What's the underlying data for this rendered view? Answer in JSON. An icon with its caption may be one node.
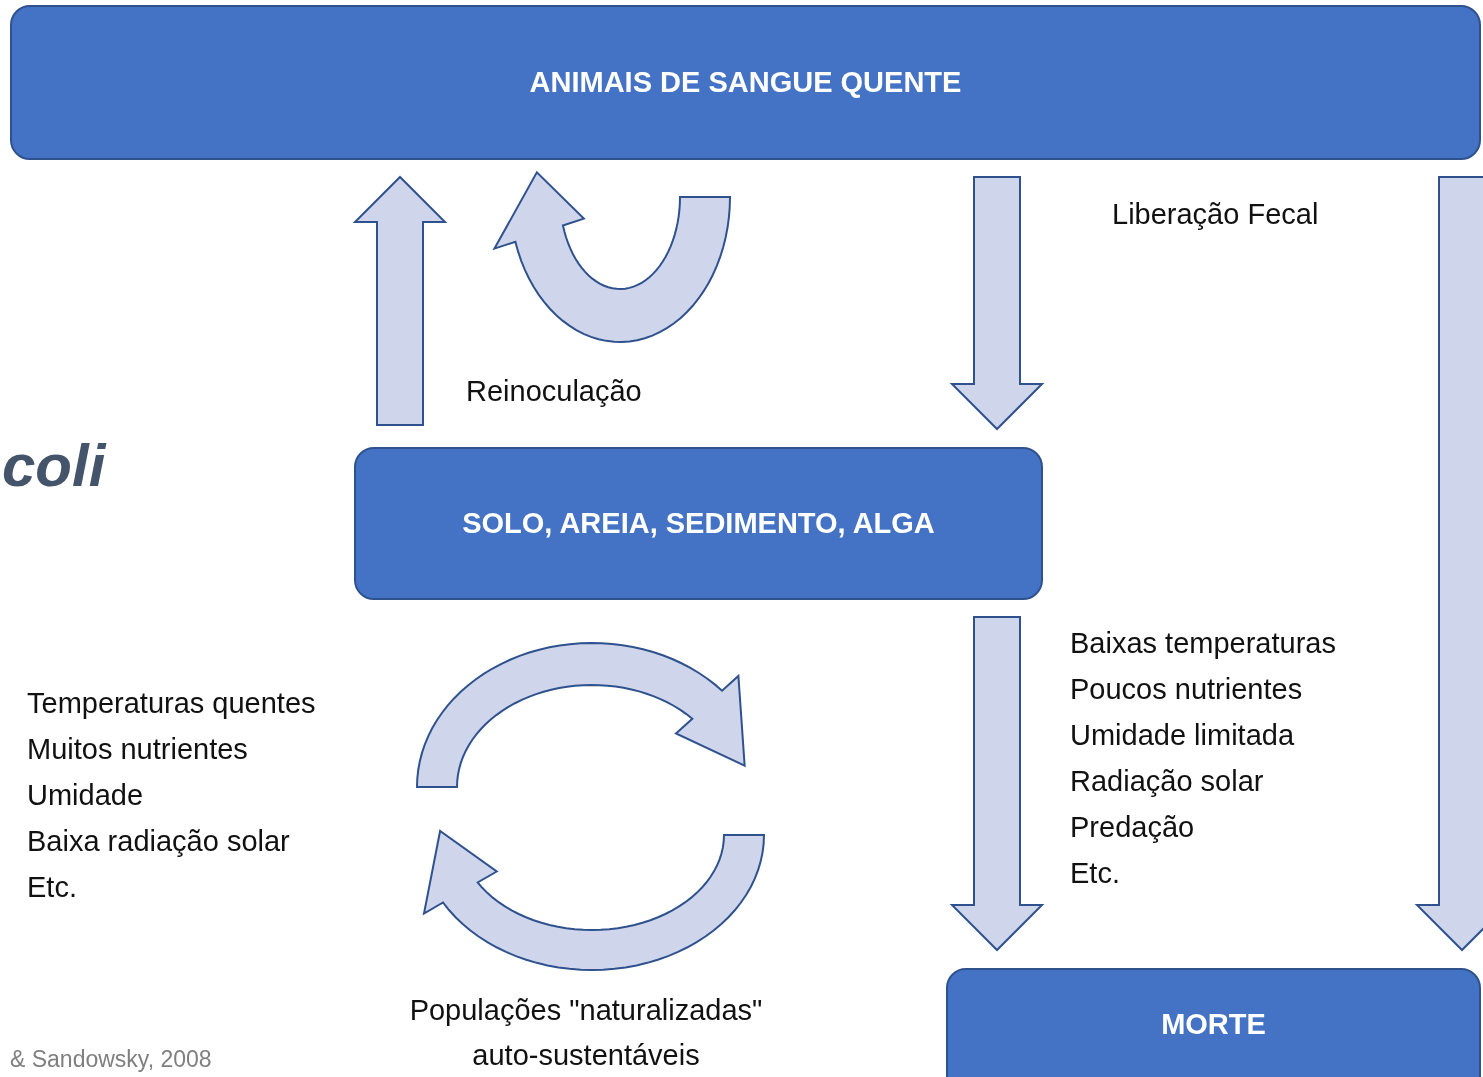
{
  "diagram": {
    "nodes": [
      {
        "text": [
          "ANIMAIS DE SANGUE QUENTE"
        ]
      },
      {
        "text": [
          "SOLO, AREIA, SEDIMENTO, ALGA"
        ]
      },
      {
        "text": [
          "MORTE"
        ]
      }
    ],
    "edges": [
      {
        "from": 1,
        "to": 0,
        "arrow": "to"
      },
      {
        "from": 0,
        "to": 1,
        "arrow": "to"
      },
      {
        "from": 1,
        "to": 2,
        "arrow": "to"
      },
      {
        "from": 0,
        "to": 2,
        "arrow": "to"
      }
    ],
    "labels": [
      "Liberação Fecal",
      "Reinoculação",
      "coli",
      "Temperaturas quentes",
      "Muitos nutrientes",
      "Umidade",
      "Baixa radiação solar",
      "Etc.",
      "Baixas temperaturas",
      "Poucos nutrientes",
      "Umidade limitada",
      "Radiação solar",
      "Predação",
      "Etc.",
      "Populações \"naturalizadas\" auto-sustentáveis",
      "& Sandowsky, 2008"
    ]
  }
}
